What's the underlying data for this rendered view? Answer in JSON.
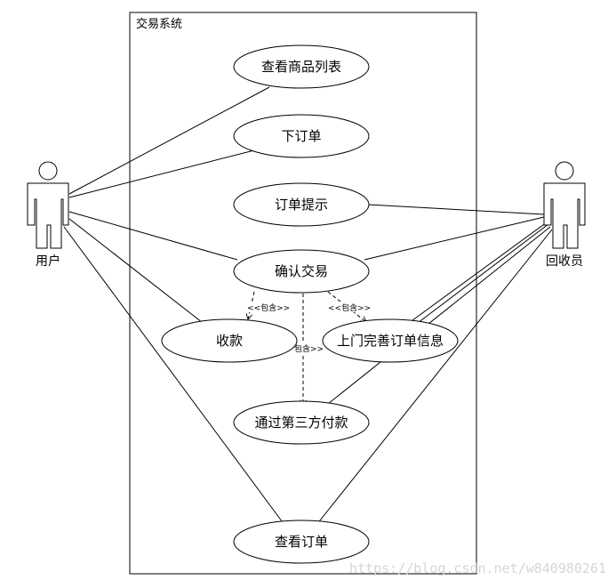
{
  "system": {
    "title": "交易系统"
  },
  "actors": {
    "user": {
      "label": "用户"
    },
    "recycler": {
      "label": "回收员"
    }
  },
  "use_cases": {
    "view_goods": "查看商品列表",
    "place_order": "下订单",
    "order_notice": "订单提示",
    "confirm_trade": "确认交易",
    "receive_payment": "收款",
    "onsite_complete": "上门完善订单信息",
    "third_party_pay": "通过第三方付款",
    "view_order": "查看订单"
  },
  "relations": {
    "include_left": "<<包含>>",
    "include_right": "<<包含>>",
    "include_center": "包含>>"
  },
  "watermark": "https://blog.csdn.net/w840980261"
}
